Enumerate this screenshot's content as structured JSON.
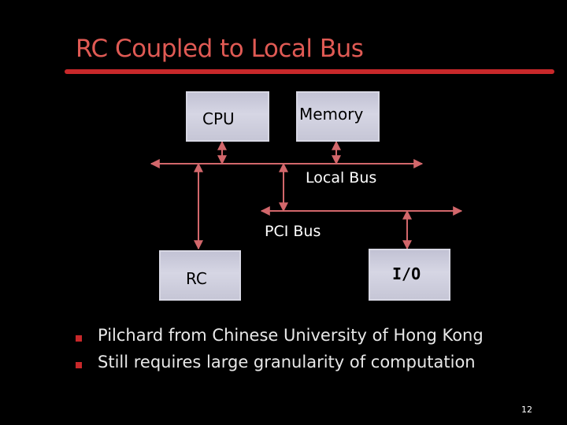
{
  "slide": {
    "title": "RC Coupled to Local Bus",
    "page_number": "12"
  },
  "diagram": {
    "nodes": {
      "cpu": "CPU",
      "memory": "Memory",
      "rc": "RC",
      "io": "I/O"
    },
    "buses": {
      "local_bus": "Local Bus",
      "pci_bus": "PCI Bus"
    },
    "colors": {
      "connector": "#d2676b",
      "box_fill": "#ccccdc",
      "accent": "#c8282a"
    }
  },
  "bullets": [
    "Pilchard from Chinese University of Hong Kong",
    "Still requires large granularity of computation"
  ]
}
